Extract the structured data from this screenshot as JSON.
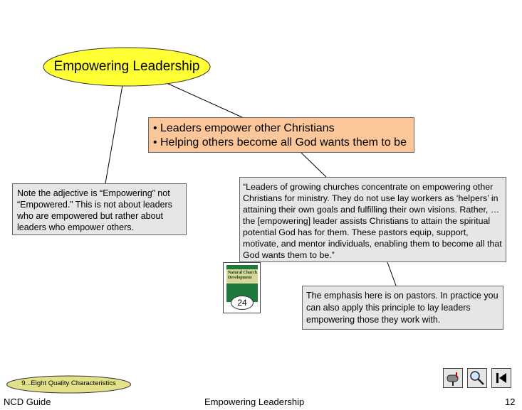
{
  "slide": {
    "title": "Empowering Leadership",
    "bullets": [
      "Leaders empower other Christians",
      "Helping others become all God wants them to be"
    ],
    "note": "Note the adjective is “Empowering” not “Empowered.”  This is not about leaders who are empowered but rather about leaders who empower others.",
    "quote": "“Leaders of growing churches concentrate on empowering other Christians for ministry.  They do not use lay workers as ‘helpers’ in attaining their own goals and fulfilling their own visions.  Rather, … the [empowering] leader assists Christians to attain the spiritual potential God has for them.  These pastors equip, support, motivate, and mentor individuals, enabling them to become all that God wants them to be.”",
    "emphasis": "The emphasis here is on pastors.  In practice you can also apply this principle to lay leaders empowering those they work with.",
    "book": {
      "cover_text": "Natural Church Development",
      "page_ref": "24"
    }
  },
  "footer": {
    "section_label": "9...Eight Quality Characteristics",
    "left": "NCD Guide",
    "center": "Empowering Leadership",
    "page_number": "12"
  },
  "nav": {
    "buttons": [
      "mailbox-icon",
      "magnifier-icon",
      "first-page-icon"
    ]
  },
  "colors": {
    "title_fill": "#ffff33",
    "bullet_box": "#fbc79a",
    "note_box": "#e6e6e6",
    "section_oval": "#e3e08a"
  }
}
